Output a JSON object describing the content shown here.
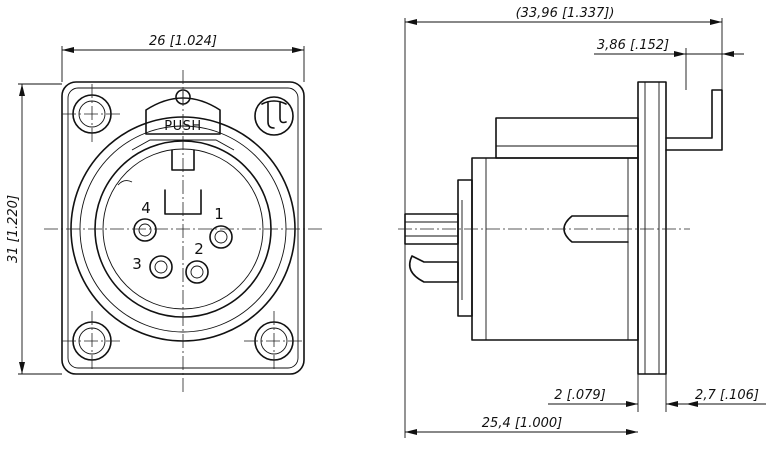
{
  "front_view": {
    "width_dim": "26  [1.024]",
    "height_dim": "31  [1.220]",
    "latch_label": "PUSH",
    "pins": [
      "1",
      "2",
      "3",
      "4"
    ]
  },
  "side_view": {
    "overall_length_dim": "(33,96  [1.337])",
    "flange_offset_dim": "3,86  [.152]",
    "panel_thickness_dim": "2  [.079]",
    "flange_thickness_dim": "2,7  [.106]",
    "body_length_dim": "25,4  [1.000]"
  }
}
